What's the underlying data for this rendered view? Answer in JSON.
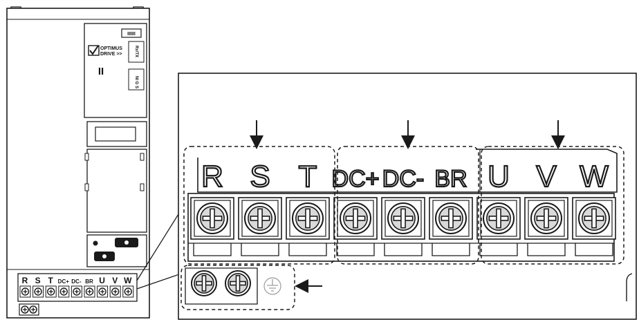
{
  "drive_unit": {
    "badge": "II",
    "logo_lines": [
      "OPTIMUS",
      "DRIVE >>"
    ],
    "slot_code": "IIIIII",
    "side_labels": [
      "Rx/TX",
      "NI G",
      "S"
    ],
    "terminal_labels": [
      "R",
      "S",
      "T",
      "DC+",
      "DC-",
      "BR",
      "U",
      "V",
      "W"
    ]
  },
  "detail_view": {
    "groups": [
      {
        "labels": [
          "R",
          "S",
          "T"
        ]
      },
      {
        "labels": [
          "DC+",
          "DC-",
          "BR"
        ]
      },
      {
        "labels": [
          "U",
          "V",
          "W"
        ]
      }
    ],
    "ground_symbol": "earth-ground-icon"
  },
  "colors": {
    "line": "#1a1a1a",
    "fill": "#ffffff",
    "screw_fill": "#d9d9d9"
  }
}
